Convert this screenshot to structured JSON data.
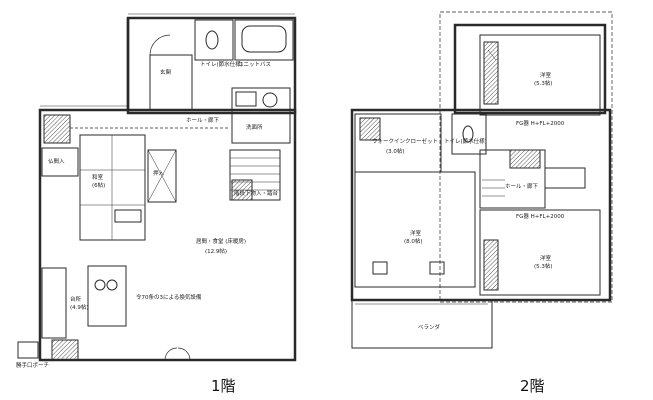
{
  "floors": {
    "first_floor_label": "1階",
    "second_floor_label": "2階"
  },
  "rooms_1f": {
    "genkan": "玄関",
    "unit_bath": "ユニットバス",
    "toilet": "トイレ(節水仕様)",
    "hall_roka": "ホール・廊下",
    "senmenjo": "洗面所",
    "washitsu": "和室",
    "washitsu_size": "(6帖)",
    "butsuma": "仏間入",
    "oshiire": "押入",
    "kaidan": "階段下物入・踏台",
    "ldk": "居間・食堂 (床暖房)",
    "ldk_size": "(12.9帖)",
    "kitchen": "台所",
    "kitchen_size": "(4.9帖)",
    "vent_note": "令70条の3による換気設備",
    "porch": "勝手口ポーチ"
  },
  "rooms_2f": {
    "walk_in": "ウォークインクローゼット",
    "walk_in_size": "(3.0帖)",
    "toilet": "トイレ(節水仕様)",
    "hall": "ホール・廊下",
    "yoshitsu_ne": "洋室",
    "yoshitsu_ne_size": "(5.3帖)",
    "fg_ne": "FG器 H+FL+2000",
    "yoshitsu_w": "洋室",
    "yoshitsu_w_size": "(8.0帖)",
    "yoshitsu_se": "洋室",
    "yoshitsu_se_size": "(5.3帖)",
    "fg_se": "FG器 H+FL+2000",
    "veranda": "ベランダ"
  },
  "colors": {
    "line": "#2a2a2a",
    "wall_fill": "#3a3a3a",
    "hatch": "#555555"
  }
}
